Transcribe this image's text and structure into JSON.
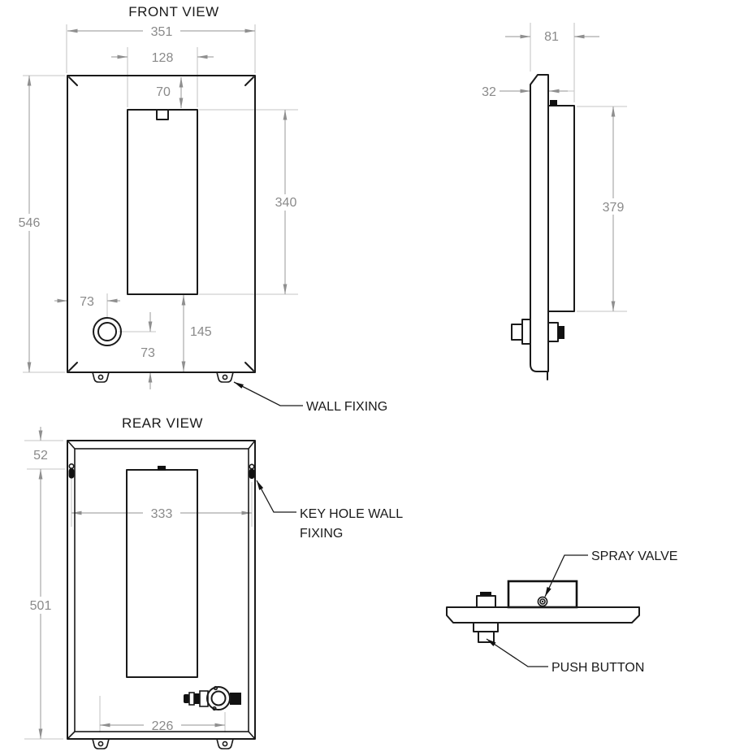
{
  "front_view": {
    "title": "FRONT VIEW",
    "dims": {
      "overall_width": "351",
      "recess_width": "128",
      "top_to_recess": "70",
      "overall_height": "546",
      "recess_height": "340",
      "button_offset_x": "73",
      "button_offset_y": "73",
      "recess_to_base": "145"
    },
    "callouts": {
      "wall_fixing": "WALL FIXING"
    }
  },
  "side_view": {
    "dims": {
      "overall_depth": "81",
      "panel_depth": "32",
      "rear_body_height": "379"
    }
  },
  "rear_view": {
    "title": "REAR VIEW",
    "dims": {
      "top_to_keyhole": "52",
      "keyhole_spacing": "333",
      "keyhole_to_base": "501",
      "bottom_fixing_spacing": "226"
    },
    "callouts": {
      "keyhole_line1": "KEY HOLE WALL",
      "keyhole_line2": "FIXING"
    }
  },
  "bottom_detail": {
    "callouts": {
      "spray_valve": "SPRAY VALVE",
      "push_button": "PUSH BUTTON"
    }
  },
  "colors": {
    "outline": "#1a1a1a",
    "dimension_text": "#8a8a8a",
    "dimension_line": "#a9a9a9",
    "extension_line": "#c6c6c6"
  }
}
